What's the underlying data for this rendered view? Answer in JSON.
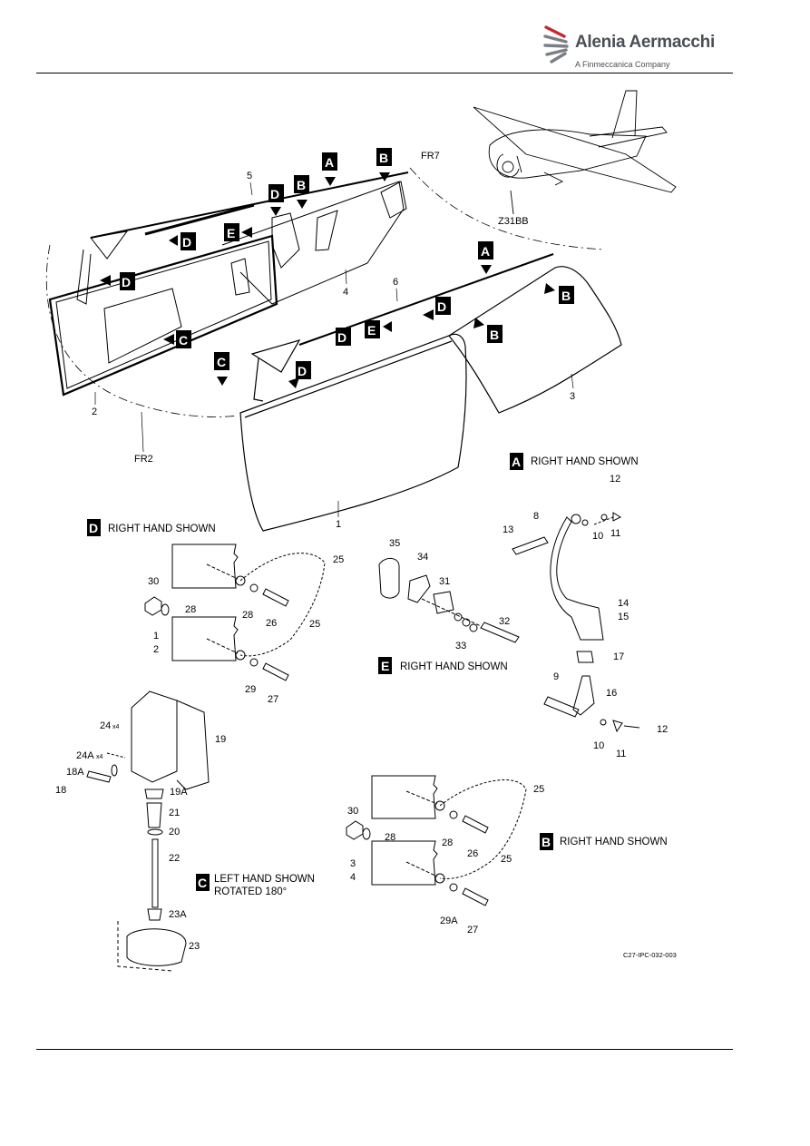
{
  "header": {
    "brand_name": "Alenia Aermacchi",
    "brand_subtitle": "A Finmeccanica Company"
  },
  "figure": {
    "reference": "C27-IPC-032-003",
    "zone": "Z31BB",
    "frames": [
      "FR7",
      "FR2"
    ],
    "detail_letters": [
      "A",
      "B",
      "C",
      "D",
      "E"
    ],
    "captions": {
      "A": "RIGHT HAND SHOWN",
      "B": "RIGHT HAND SHOWN",
      "C_line1": "LEFT HAND SHOWN",
      "C_line2": "ROTATED 180°",
      "D": "RIGHT HAND SHOWN",
      "E": "RIGHT HAND SHOWN"
    },
    "item_numbers": {
      "main": [
        "5",
        "4",
        "6",
        "3",
        "2",
        "1"
      ],
      "detail_a": [
        "12",
        "8",
        "13",
        "10",
        "11",
        "14",
        "15",
        "17",
        "9",
        "16",
        "10",
        "11",
        "12"
      ],
      "detail_d": [
        "25",
        "30",
        "28",
        "28",
        "26",
        "25",
        "1",
        "2",
        "29",
        "27"
      ],
      "detail_e": [
        "35",
        "34",
        "31",
        "32",
        "33"
      ],
      "detail_c": [
        "24",
        "x4",
        "24A",
        "x4",
        "18A",
        "18",
        "19",
        "19A",
        "21",
        "20",
        "22",
        "23A",
        "23"
      ],
      "detail_b": [
        "25",
        "30",
        "28",
        "28",
        "26",
        "25",
        "3",
        "4",
        "29A",
        "27"
      ]
    }
  }
}
